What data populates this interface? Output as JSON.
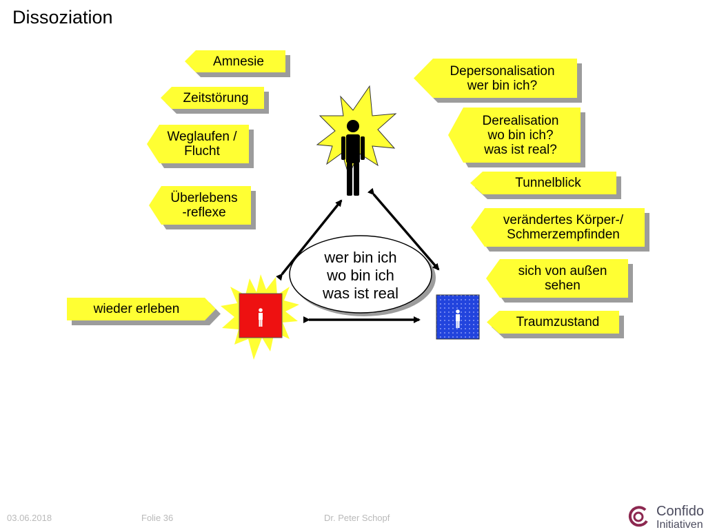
{
  "title": "Dissoziation",
  "center_text": [
    "wer bin ich",
    "wo bin ich",
    "was ist real"
  ],
  "left_tags": [
    {
      "lines": [
        "Amnesie"
      ]
    },
    {
      "lines": [
        "Zeitstörung"
      ]
    },
    {
      "lines": [
        "Weglaufen /",
        "Flucht"
      ]
    },
    {
      "lines": [
        "Überlebens",
        "-reflexe"
      ]
    },
    {
      "lines": [
        "wieder erleben"
      ]
    }
  ],
  "right_tags": [
    {
      "lines": [
        "Depersonalisation",
        "wer bin ich?"
      ]
    },
    {
      "lines": [
        "Derealisation",
        "wo bin ich?",
        "was ist real?"
      ]
    },
    {
      "lines": [
        "Tunnelblick"
      ]
    },
    {
      "lines": [
        "verändertes Körper-/",
        "Schmerzempfinden"
      ]
    },
    {
      "lines": [
        "sich von außen",
        "sehen"
      ]
    },
    {
      "lines": [
        "Traumzustand"
      ]
    }
  ],
  "colors": {
    "tag_fill": "#ffff33",
    "shadow": "#9c9c9c",
    "red_box": "#ee1111",
    "blue_box": "#2244dd",
    "burst": "#ffff33"
  },
  "footer": {
    "date": "03.06.2018",
    "slide": "Folie 36",
    "author": "Dr. Peter Schopf"
  },
  "logo": {
    "line1": "Confido",
    "line2": "Initiativen"
  }
}
